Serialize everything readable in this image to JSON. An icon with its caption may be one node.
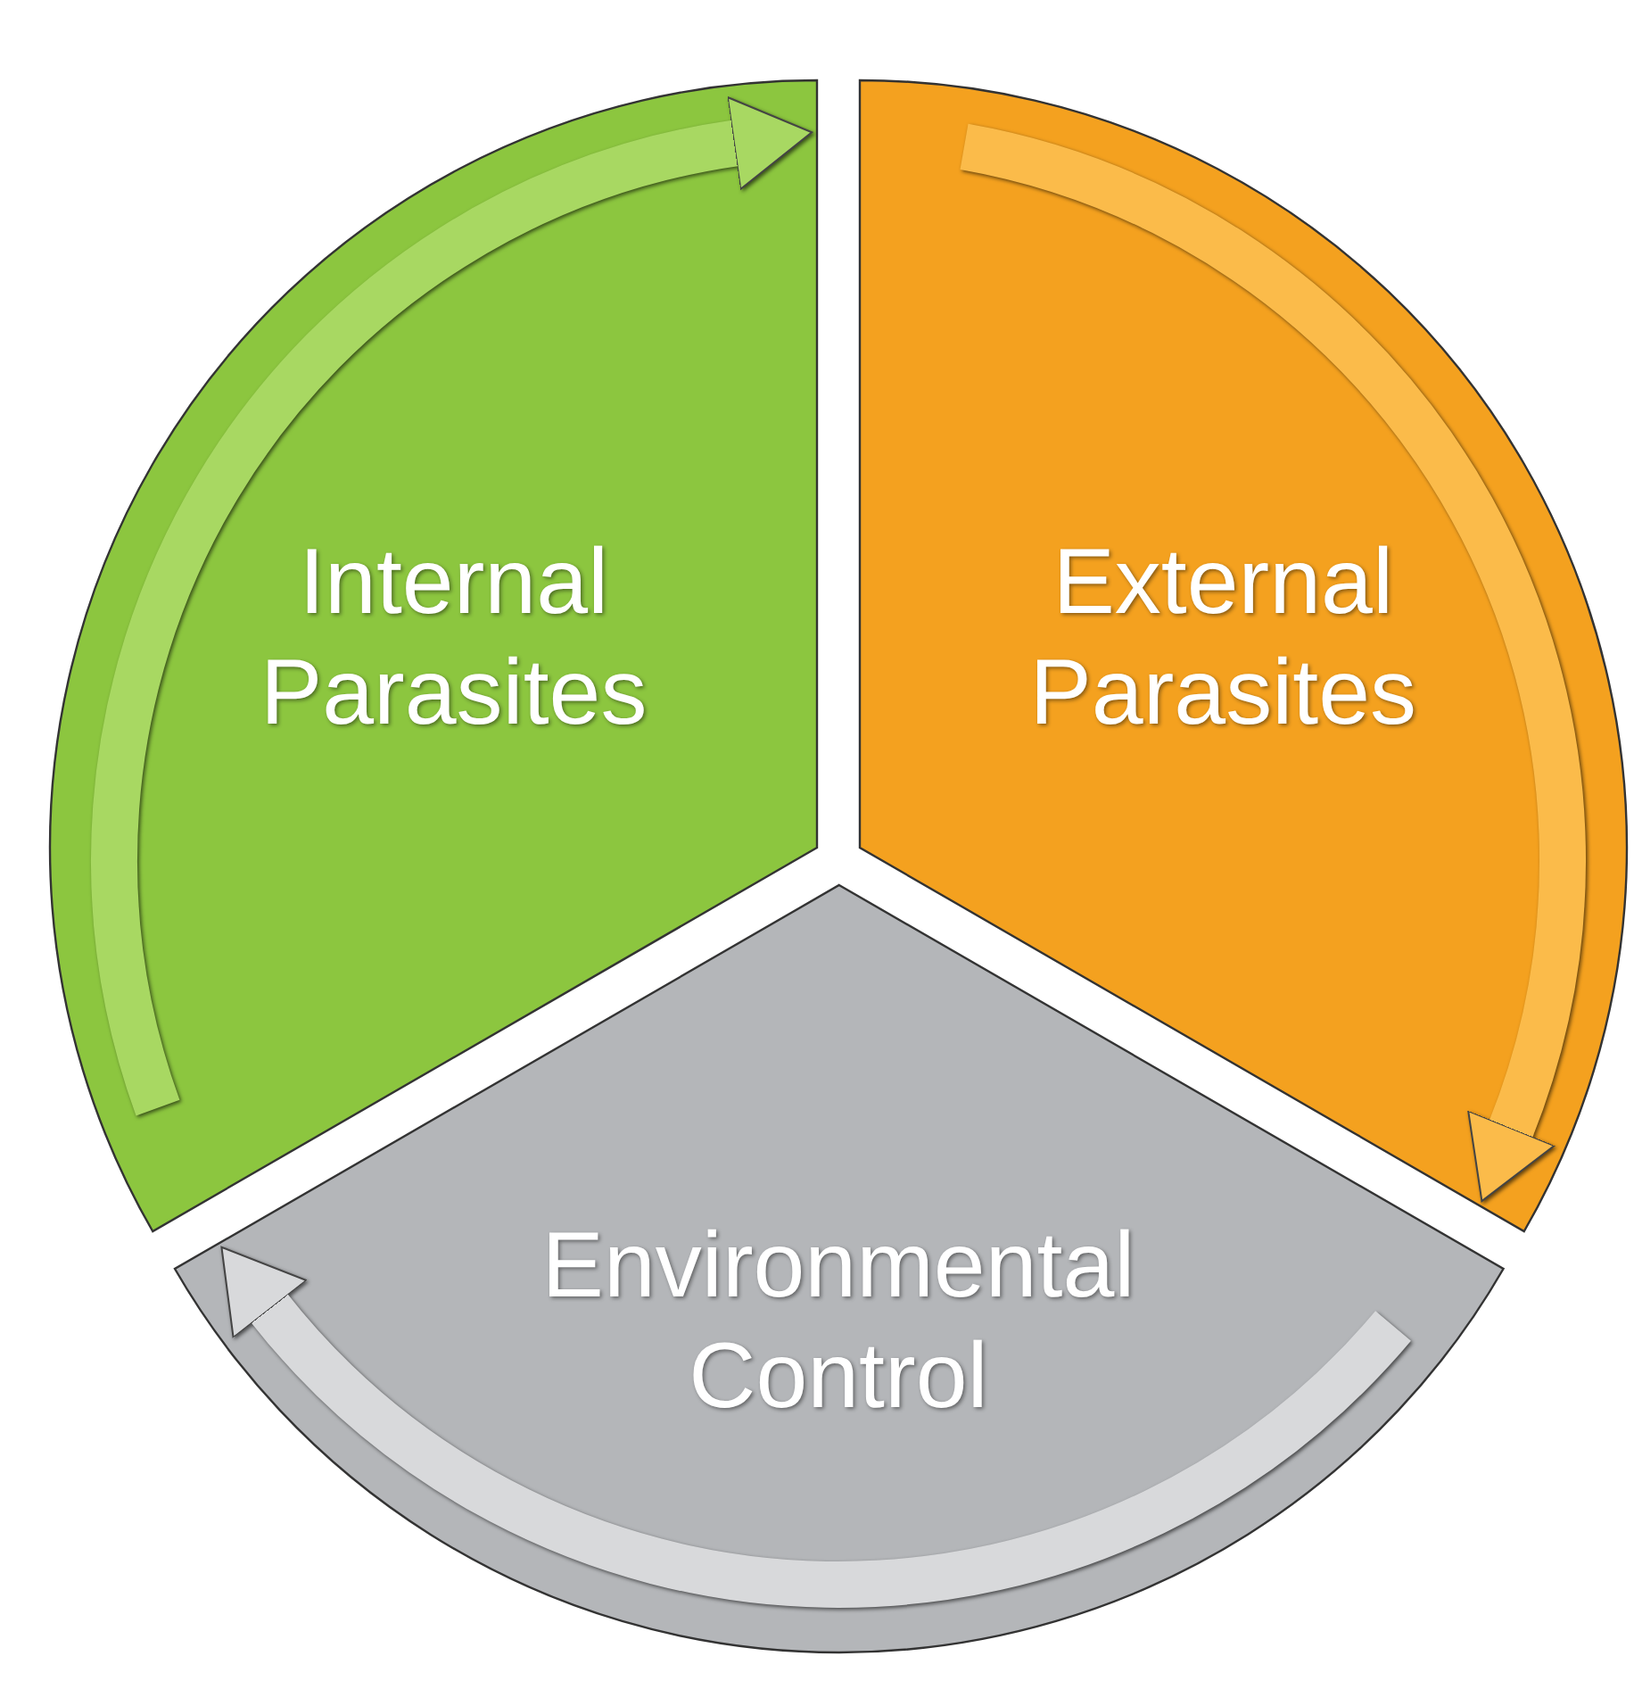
{
  "diagram": {
    "nodes": [
      {
        "text": [
          "Internal Parasites"
        ]
      },
      {
        "text": [
          "External Parasites"
        ]
      },
      {
        "text": [
          "Environmental Control"
        ]
      }
    ],
    "edges": [
      {
        "from": 0,
        "to": 1,
        "arrow": "to",
        "color": "#a8d862"
      },
      {
        "from": 1,
        "to": 2,
        "arrow": "to",
        "color": "#fbbb4a"
      },
      {
        "from": 2,
        "to": 0,
        "arrow": "to",
        "color": "#d8d9db"
      }
    ]
  }
}
